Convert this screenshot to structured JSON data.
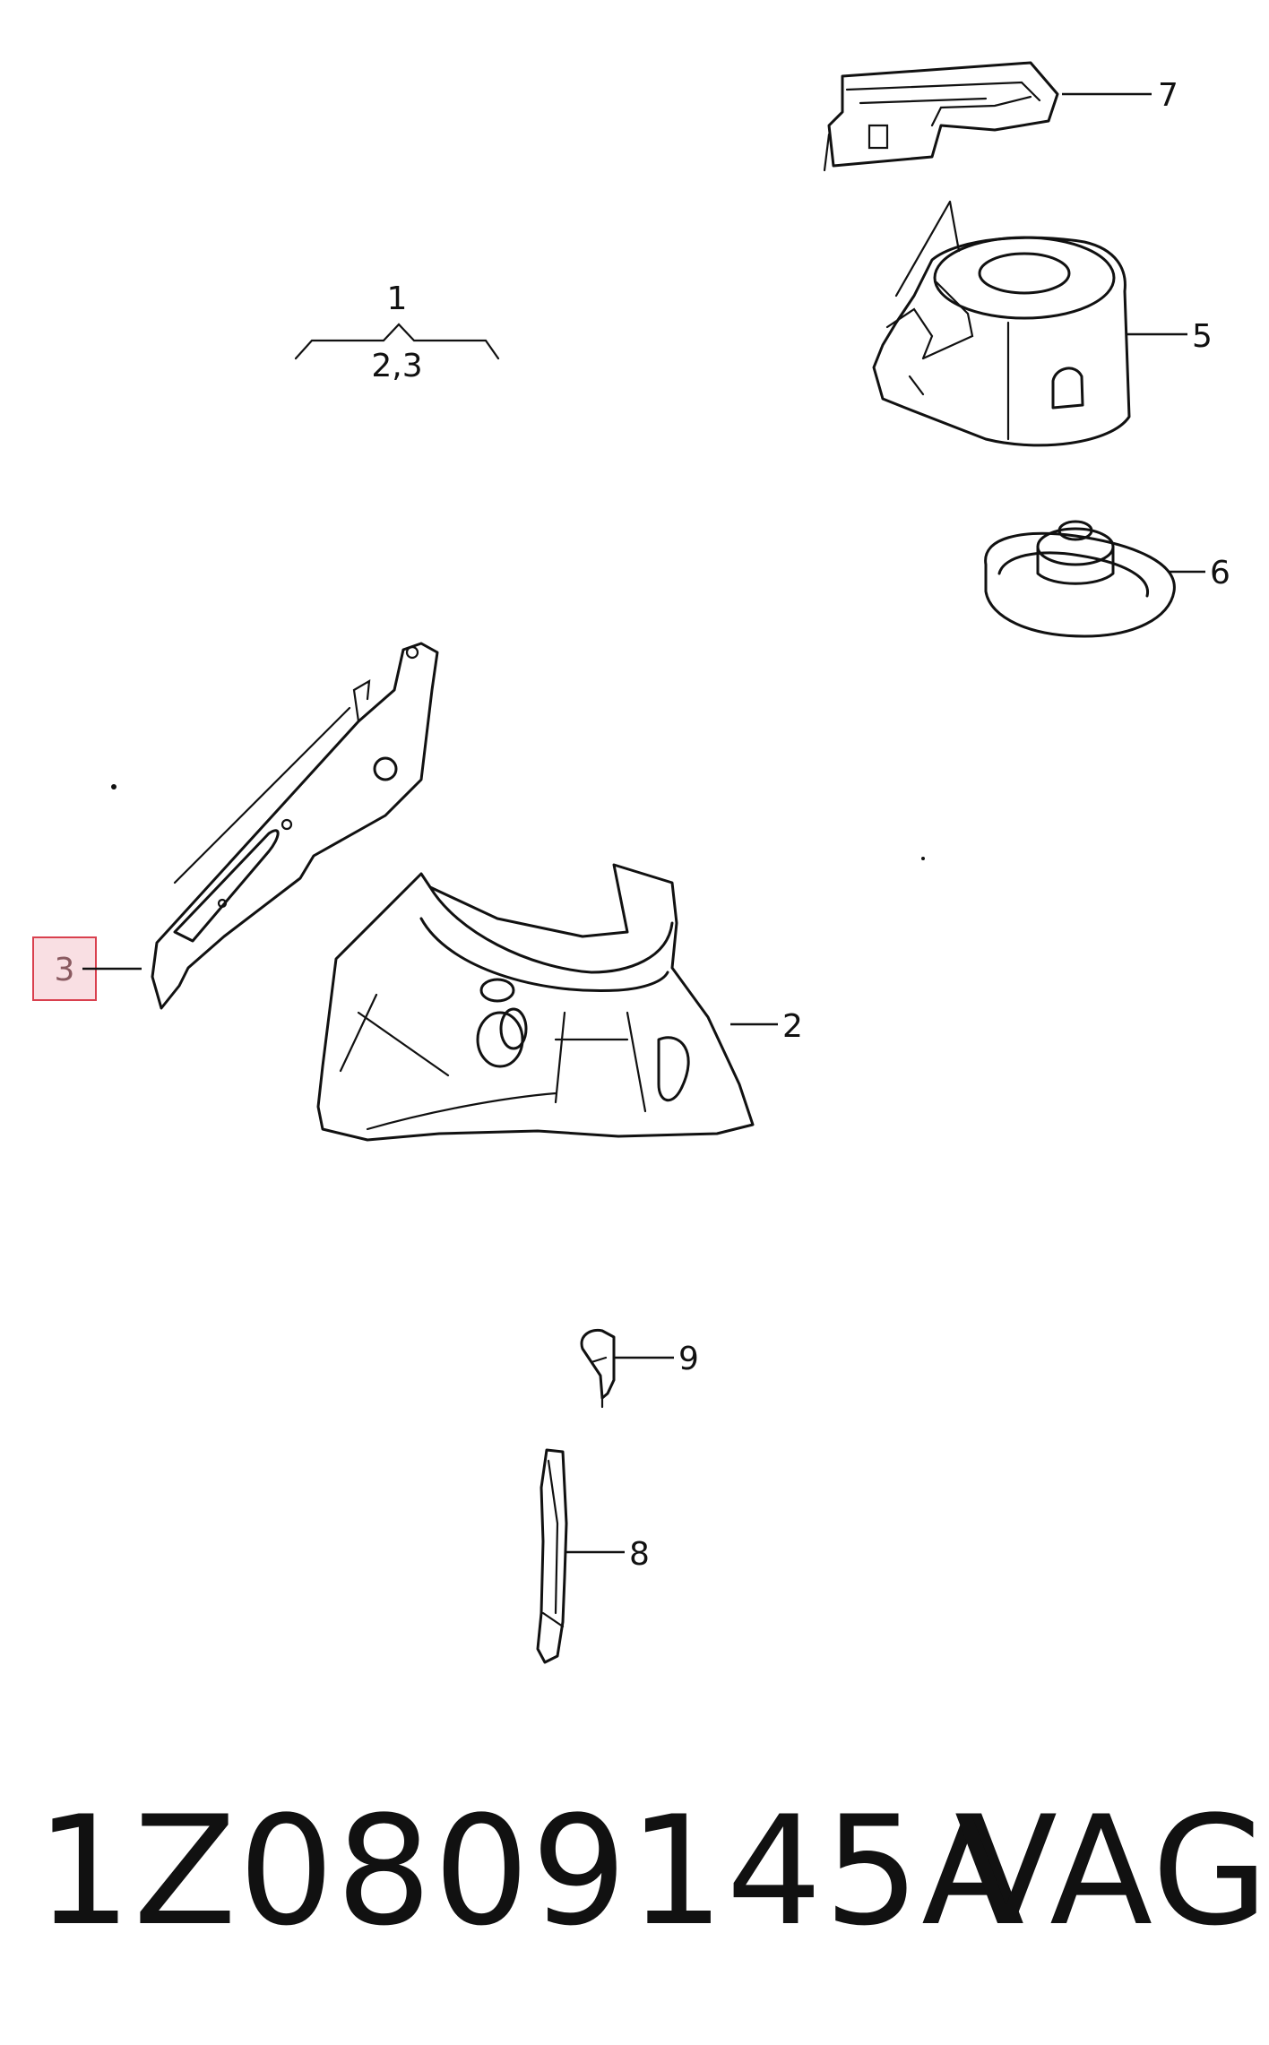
{
  "group_label": {
    "top": "1",
    "bottom": "2,3"
  },
  "callouts": [
    {
      "id": "7",
      "label": "7",
      "highlighted": false
    },
    {
      "id": "5",
      "label": "5",
      "highlighted": false
    },
    {
      "id": "6",
      "label": "6",
      "highlighted": false
    },
    {
      "id": "3",
      "label": "3",
      "highlighted": true
    },
    {
      "id": "2",
      "label": "2",
      "highlighted": false
    },
    {
      "id": "9",
      "label": "9",
      "highlighted": false
    },
    {
      "id": "8",
      "label": "8",
      "highlighted": false
    }
  ],
  "footer": {
    "part_number": "1Z0809145A",
    "brand": "VAG"
  },
  "colors": {
    "highlight_fill": "#f9dfe3",
    "highlight_stroke": "#d9404e",
    "ink": "#111111"
  }
}
